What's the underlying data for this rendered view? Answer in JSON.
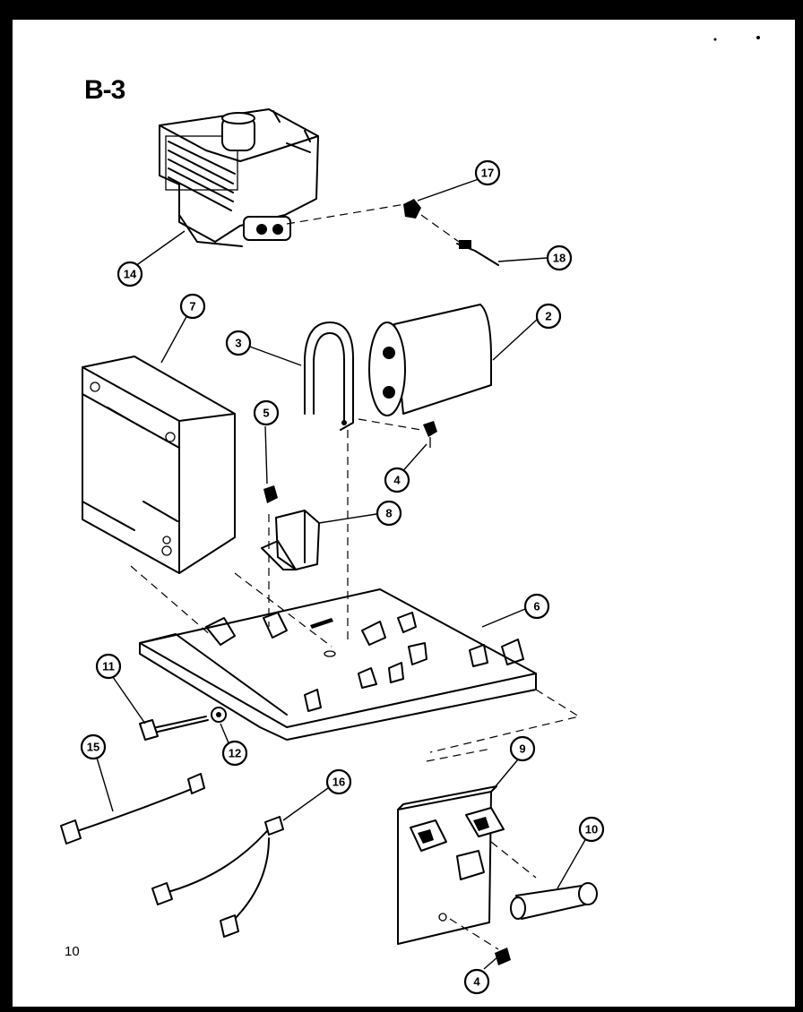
{
  "diagram": {
    "title": "B-3",
    "page_number": "10",
    "callouts": [
      {
        "id": "c2",
        "label": "2"
      },
      {
        "id": "c3",
        "label": "3"
      },
      {
        "id": "c4a",
        "label": "4"
      },
      {
        "id": "c4b",
        "label": "4"
      },
      {
        "id": "c5",
        "label": "5"
      },
      {
        "id": "c6",
        "label": "6"
      },
      {
        "id": "c7",
        "label": "7"
      },
      {
        "id": "c8",
        "label": "8"
      },
      {
        "id": "c9",
        "label": "9"
      },
      {
        "id": "c10",
        "label": "10"
      },
      {
        "id": "c11",
        "label": "11"
      },
      {
        "id": "c12",
        "label": "12"
      },
      {
        "id": "c14",
        "label": "14"
      },
      {
        "id": "c15",
        "label": "15"
      },
      {
        "id": "c16",
        "label": "16"
      },
      {
        "id": "c17",
        "label": "17"
      },
      {
        "id": "c18",
        "label": "18"
      }
    ]
  }
}
